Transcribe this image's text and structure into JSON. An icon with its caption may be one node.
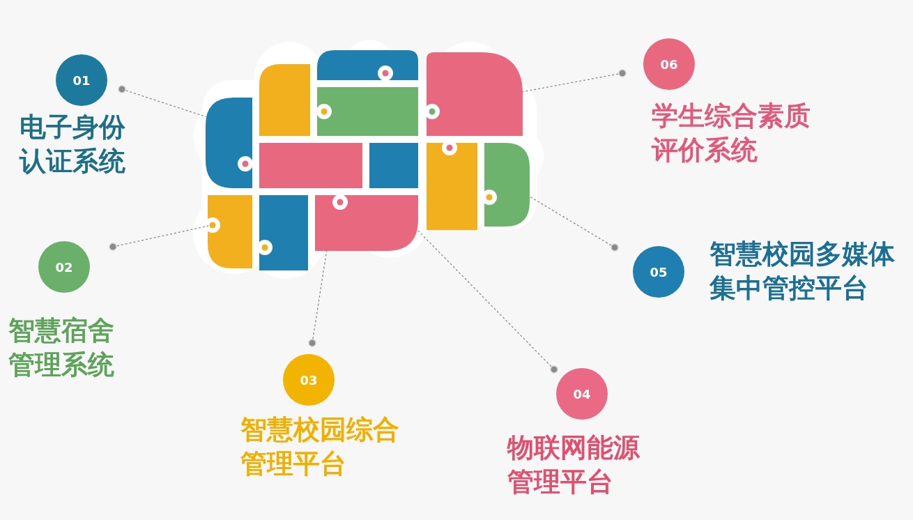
{
  "diagram": {
    "nodes": [
      {
        "text": [
          "01"
        ],
        "beside": [
          "电子身份认证系统"
        ]
      },
      {
        "text": [
          "02"
        ],
        "beside": [
          "智慧宿舍管理系统"
        ]
      },
      {
        "text": [
          "03"
        ],
        "beside": [
          "智慧校园综合管理平台"
        ]
      },
      {
        "text": [
          "04"
        ],
        "beside": [
          "物联网能源管理平台"
        ]
      },
      {
        "text": [
          "05"
        ],
        "beside": [
          "智慧校园多媒体集中管控平台"
        ]
      },
      {
        "text": [
          "06"
        ],
        "beside": [
          "学生综合素质评价系统"
        ]
      }
    ],
    "edges": [
      {
        "from": 0,
        "to": null,
        "arrow": "other"
      },
      {
        "from": 1,
        "to": null,
        "arrow": "other"
      },
      {
        "from": 2,
        "to": null,
        "arrow": "other"
      },
      {
        "from": 3,
        "to": null,
        "arrow": "other"
      },
      {
        "from": 4,
        "to": null,
        "arrow": "other"
      },
      {
        "from": 5,
        "to": null,
        "arrow": "other"
      }
    ]
  }
}
